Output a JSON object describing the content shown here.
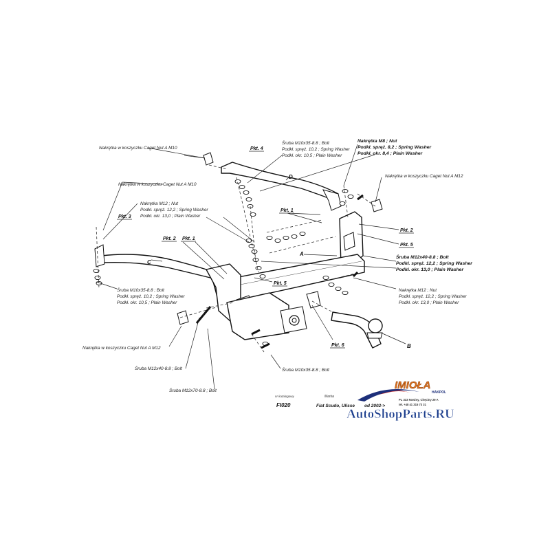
{
  "labels": {
    "nut_m10_top": "Nakrętka w koszyczku Caget Nut A M10",
    "nut_m10_left": "Nakrętka w koszyczku Caget Nut A M10",
    "nut_m12_right": "Nakrętka w koszyczku Caget Nut A M12",
    "nut_m12_bottom": "Nakrętka w koszyczku Caget Nut A M12",
    "bolt_m10_top_1": "Śruba M10x35-8.8 ;  Bolt",
    "bolt_m10_top_2": "Podkł. spręż. 10,2 ; Spring Washer",
    "bolt_m10_top_3": "Podkł. okr. 10,5 ;  Plain Washer",
    "nut_m8_1": "Nakrętka  M8 ; Nut",
    "nut_m8_2": "Podkł. spręż. 8,2 ; Spring Washer",
    "nut_m8_3": "Podkł. okr. 8,4 ; Plain Washer",
    "nut_m12_left_1": "Nakrętka  M12 ; Nut",
    "nut_m12_left_2": "Podkł. spręż. 12,2 ; Spring Washer",
    "nut_m12_left_3": "Podkł. okr. 13,0 ;  Plain Washer",
    "bolt_m12x40_right_1": "Śruba M12x40-8.8 ;  Bolt",
    "bolt_m12x40_right_2": "Podkł. spręż. 12,2 ; Spring Washer",
    "bolt_m12x40_right_3": "Podkł. okr. 13,0 ;  Plain Washer",
    "nut_m12_right2_1": "Nakrętka  M12 ; Nut",
    "nut_m12_right2_2": "Podkł. spręż. 12,2 ; Spring Washer",
    "nut_m12_right2_3": "Podkł. okr. 13,0 ; Plain Washer",
    "bolt_m10_left_1": "Śruba M10x35-8.8 ;  Bolt",
    "bolt_m10_left_2": "Podkł. spręż. 10,2 ; Spring Washer",
    "bolt_m10_left_3": "Podkł. okr. 10,5 ;  Plain Washer",
    "bolt_m12x40_bottom": "Śruba M12x40-8.8 ;  Bolt",
    "bolt_m12x70": "Śruba M12x70-8.8 ;  Bolt",
    "bolt_m10x35_bottom": "Śruba M10x35-8.8 ;  Bolt"
  },
  "points": {
    "pkt1_top": "Pkt. 1",
    "pkt1_left": "Pkt. 1",
    "pkt2_left": "Pkt. 2",
    "pkt2_right": "Pkt. 2",
    "pkt3": "Pkt. 3",
    "pkt4": "Pkt. 4",
    "pkt5_right": "Pkt. 5",
    "pkt5_mid": "Pkt. 5",
    "pkt6": "Pkt. 6"
  },
  "letters": {
    "A": "A",
    "B": "B",
    "C": "C",
    "D": "D"
  },
  "title_block": {
    "code_caption": "nr katalogowy",
    "code": "FI020",
    "make_caption": "Marka",
    "model": "Fiat Scudo, Ulisse",
    "from": "od  2002->"
  },
  "logo": {
    "brand": "IMIOŁA",
    "sub": "HAKPOL",
    "address_1": "PL 333 Nowiny, Chęciny 29 A",
    "address_2": "tel. +48 41 315 73 31"
  },
  "watermark": "AutoShopParts.RU",
  "colors": {
    "logo_orange": "#e0761f",
    "logo_red": "#c8201f",
    "logo_blue": "#1d2f7a",
    "watermark_blue": "#1a3c8c"
  }
}
